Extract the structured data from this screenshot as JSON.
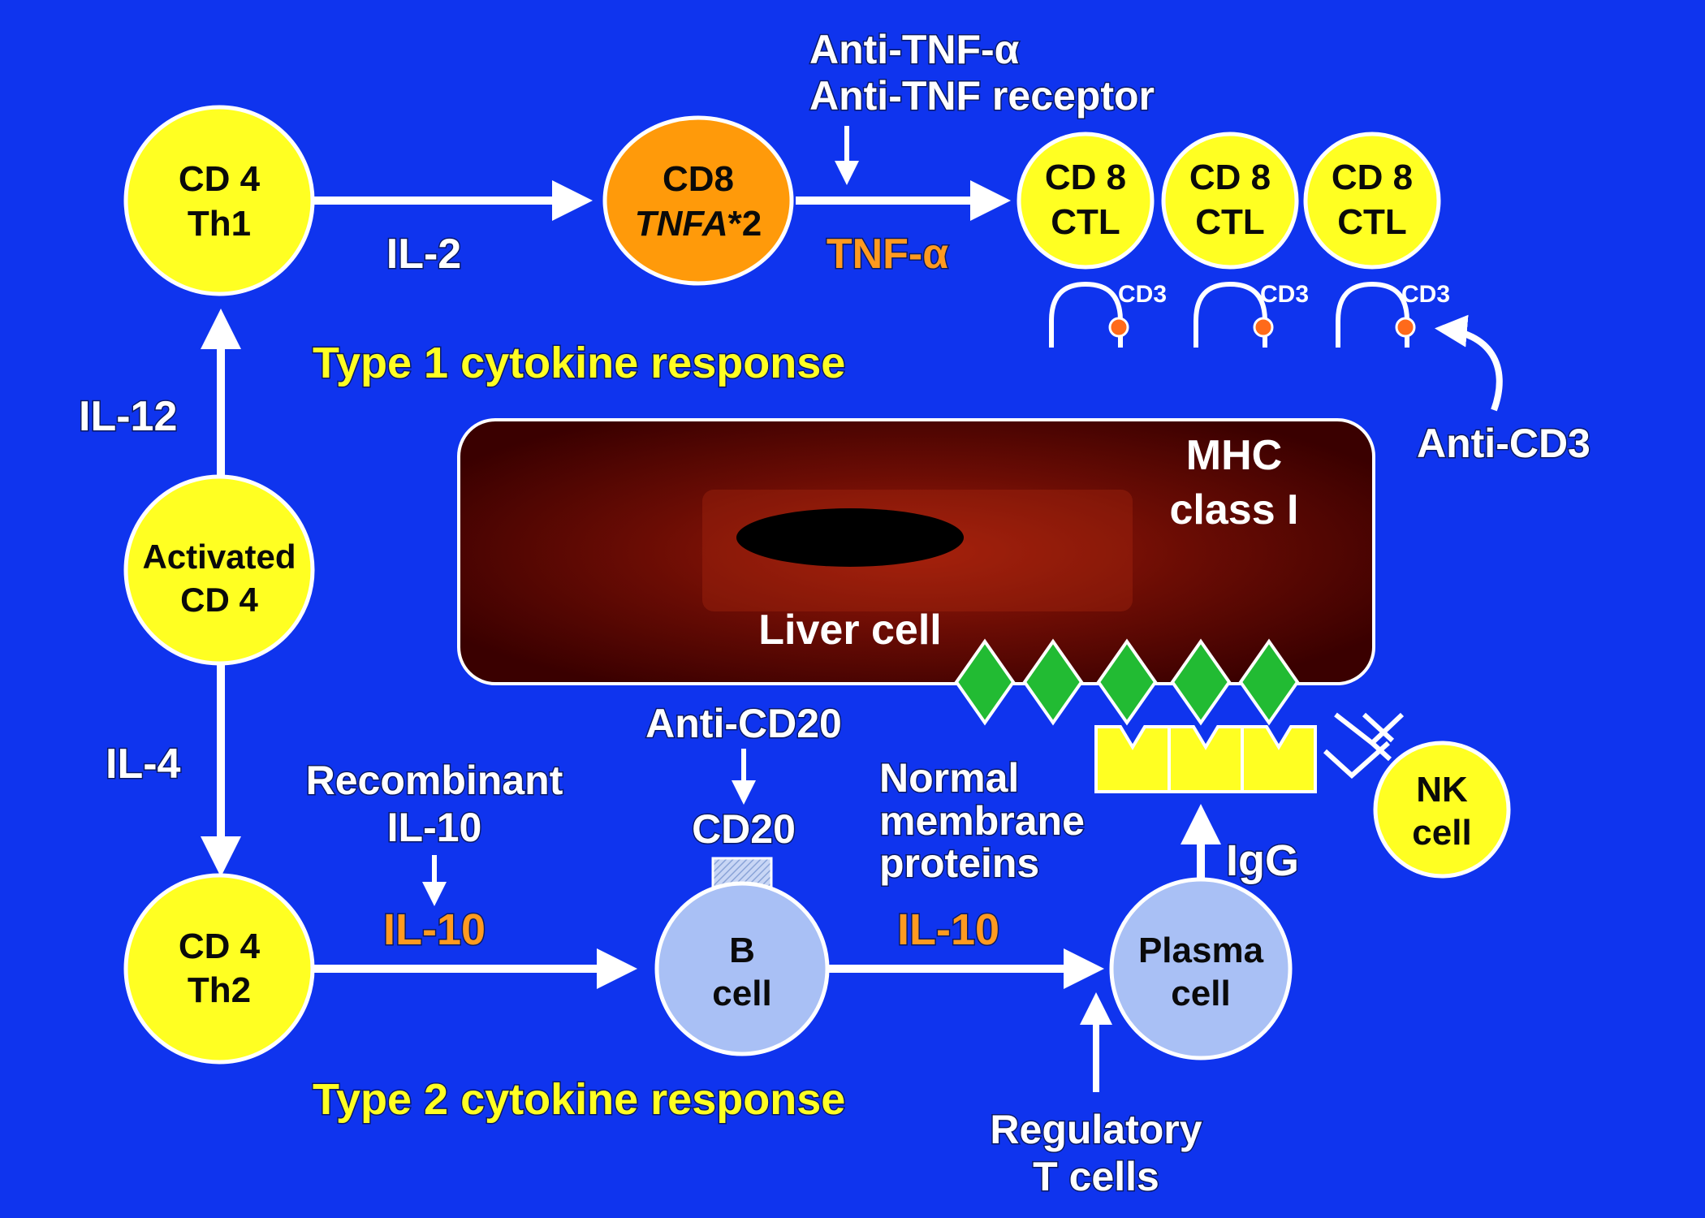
{
  "colors": {
    "background": "#0f34ee",
    "cell_yellow": "#ffff22",
    "cell_orange": "#ff9a0a",
    "cell_lightblue": "#a9c0f5",
    "liver_dark": "#3a0000",
    "liver_center": "#9a1d0a",
    "diamond_green": "#22bb33",
    "receptor_yellow": "#ffff22",
    "label_yellow": "#ffff22",
    "label_orange": "#ff9a1f",
    "arrow_white": "#ffffff"
  },
  "cells": {
    "cd4_th1": [
      "CD 4",
      "Th1"
    ],
    "cd8_tnfa": [
      "CD8",
      "TNFA",
      "*2"
    ],
    "activated_cd4": [
      "Activated",
      "CD 4"
    ],
    "cd4_th2": [
      "CD 4",
      "Th2"
    ],
    "ctl_1": [
      "CD 8",
      "CTL"
    ],
    "ctl_2": [
      "CD 8",
      "CTL"
    ],
    "ctl_3": [
      "CD 8",
      "CTL"
    ],
    "b_cell": [
      "B",
      "cell"
    ],
    "plasma_cell": [
      "Plasma",
      "cell"
    ],
    "nk_cell": [
      "NK",
      "cell"
    ]
  },
  "labels": {
    "il2": "IL-2",
    "tnf_alpha": "TNF-α",
    "anti_tnf_1": "Anti-TNF-α",
    "anti_tnf_2": "Anti-TNF receptor",
    "cd3_1": "CD3",
    "cd3_2": "CD3",
    "cd3_3": "CD3",
    "anti_cd3": "Anti-CD3",
    "type1": "Type 1 cytokine response",
    "il12": "IL-12",
    "il4": "IL-4",
    "liver_cell": "Liver cell",
    "mhc_1": "MHC",
    "mhc_2": "class I",
    "anti_cd20": "Anti-CD20",
    "cd20": "CD20",
    "recombinant_1": "Recombinant",
    "recombinant_2": "IL-10",
    "il10_left": "IL-10",
    "il10_right": "IL-10",
    "normal_1": "Normal",
    "normal_2": "membrane",
    "normal_3": "proteins",
    "igg": "IgG",
    "type2": "Type 2 cytokine response",
    "regulatory_1": "Regulatory",
    "regulatory_2": "T cells"
  }
}
